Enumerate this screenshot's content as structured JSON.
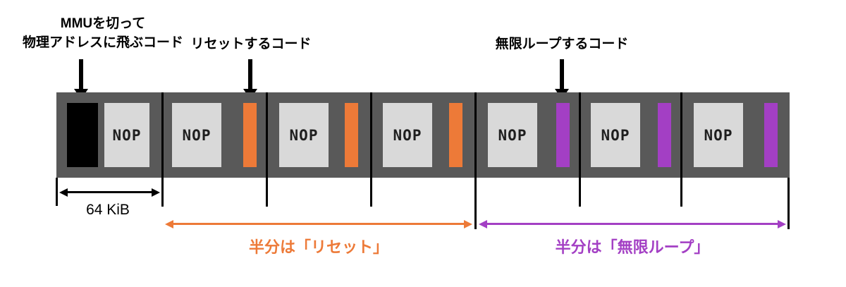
{
  "colors": {
    "bar": "#595959",
    "nop-block": "#D9D9D9",
    "jump-block": "#000000",
    "reset-accent": "#ED7A38",
    "loop-accent": "#A33FC4"
  },
  "annotations": {
    "jump_label_line1": "MMUを切って",
    "jump_label_line2": "物理アドレスに飛ぶコード",
    "reset_label": "リセットするコード",
    "loop_label": "無限ループするコード"
  },
  "bar": {
    "nop_label": "NOP"
  },
  "measures": {
    "first_segment_size": "64 KiB",
    "reset_half": "半分は「リセット」",
    "loop_half": "半分は「無限ループ」"
  }
}
